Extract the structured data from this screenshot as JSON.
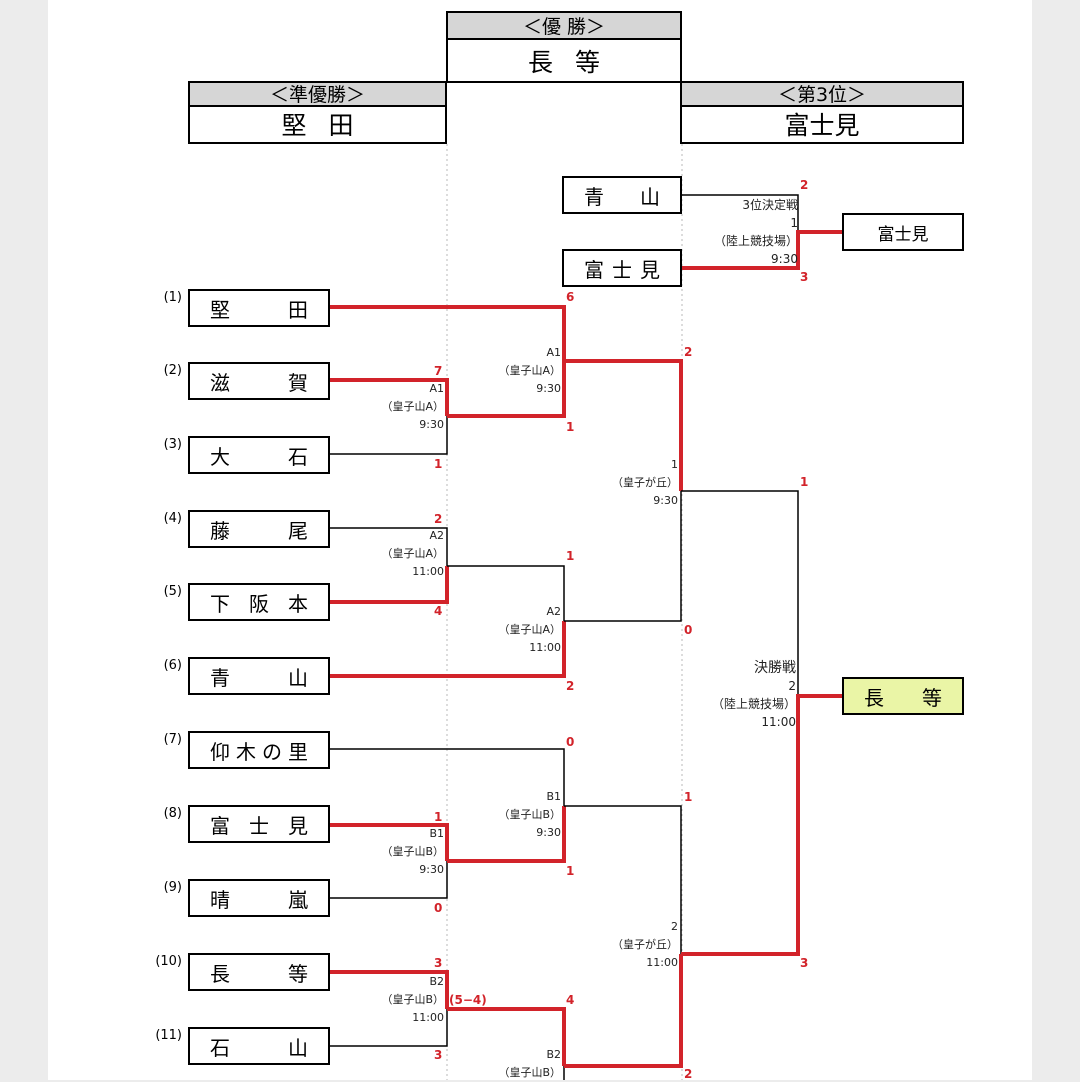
{
  "headers": {
    "champion": {
      "caption": "＜優 勝＞",
      "name": "長等"
    },
    "runner_up": {
      "caption": "＜準優勝＞",
      "name": "堅田"
    },
    "third": {
      "caption": "＜第3位＞",
      "name": "富士見"
    }
  },
  "teams": [
    {
      "seed": "(1)",
      "name": [
        "堅",
        "田"
      ]
    },
    {
      "seed": "(2)",
      "name": [
        "滋",
        "賀"
      ]
    },
    {
      "seed": "(3)",
      "name": [
        "大",
        "石"
      ]
    },
    {
      "seed": "(4)",
      "name": [
        "藤",
        "尾"
      ]
    },
    {
      "seed": "(5)",
      "name": [
        "下",
        "阪",
        "本"
      ]
    },
    {
      "seed": "(6)",
      "name": [
        "青",
        "山"
      ]
    },
    {
      "seed": "(7)",
      "name": [
        "仰",
        "木",
        "の",
        "里"
      ]
    },
    {
      "seed": "(8)",
      "name": [
        "富",
        "士",
        "見"
      ]
    },
    {
      "seed": "(9)",
      "name": [
        "晴",
        "嵐"
      ]
    },
    {
      "seed": "(10)",
      "name": [
        "長",
        "等"
      ]
    },
    {
      "seed": "(11)",
      "name": [
        "石",
        "山"
      ]
    }
  ],
  "third_place": {
    "team_a": [
      "青",
      "山"
    ],
    "team_b": [
      "富",
      "士",
      "見"
    ],
    "winner": "富士見",
    "label": "3位決定戦",
    "num": "1",
    "venue": "（陸上競技場）",
    "time": "9:30",
    "score_a": "2",
    "score_b": "3"
  },
  "final": {
    "label": "決勝戦",
    "num": "2",
    "venue": "（陸上競技場）",
    "time": "11:00",
    "winner": [
      "長",
      "等"
    ],
    "score_top": "1",
    "score_bottom": "3"
  },
  "matches": {
    "r1_A1": {
      "id": "A1",
      "venue": "（皇子山A）",
      "time": "9:30",
      "s_top": "7",
      "s_bot": "1"
    },
    "r1_A2": {
      "id": "A2",
      "venue": "（皇子山A）",
      "time": "11:00",
      "s_top": "2",
      "s_bot": "4"
    },
    "r1_B1": {
      "id": "B1",
      "venue": "（皇子山B）",
      "time": "9:30",
      "s_top": "1",
      "s_bot": "0"
    },
    "r1_B2": {
      "id": "B2",
      "venue": "（皇子山B）",
      "time": "11:00",
      "s_top": "3",
      "s_bot": "3",
      "pk": "(5−4)"
    },
    "r2_A1": {
      "id": "A1",
      "venue": "（皇子山A）",
      "time": "9:30",
      "s_top": "6",
      "s_bot": "1"
    },
    "r2_A2": {
      "id": "A2",
      "venue": "（皇子山A）",
      "time": "11:00",
      "s_top": "1",
      "s_bot": "2"
    },
    "r2_B1": {
      "id": "B1",
      "venue": "（皇子山B）",
      "time": "9:30",
      "s_top": "0",
      "s_bot": "1"
    },
    "r2_B2": {
      "id": "B2",
      "venue": "（皇子山B）",
      "s_top": "4"
    },
    "sf1": {
      "id": "1",
      "venue": "（皇子が丘）",
      "time": "9:30",
      "s_top": "2",
      "s_bot": "0"
    },
    "sf2": {
      "id": "2",
      "venue": "（皇子が丘）",
      "time": "11:00",
      "s_top": "1",
      "s_bot": "2"
    }
  },
  "colors": {
    "win_line": "#d2232a",
    "loss_line": "#000000",
    "header_fill": "#d6d6d6",
    "champion_fill": "#eaf5a6"
  }
}
